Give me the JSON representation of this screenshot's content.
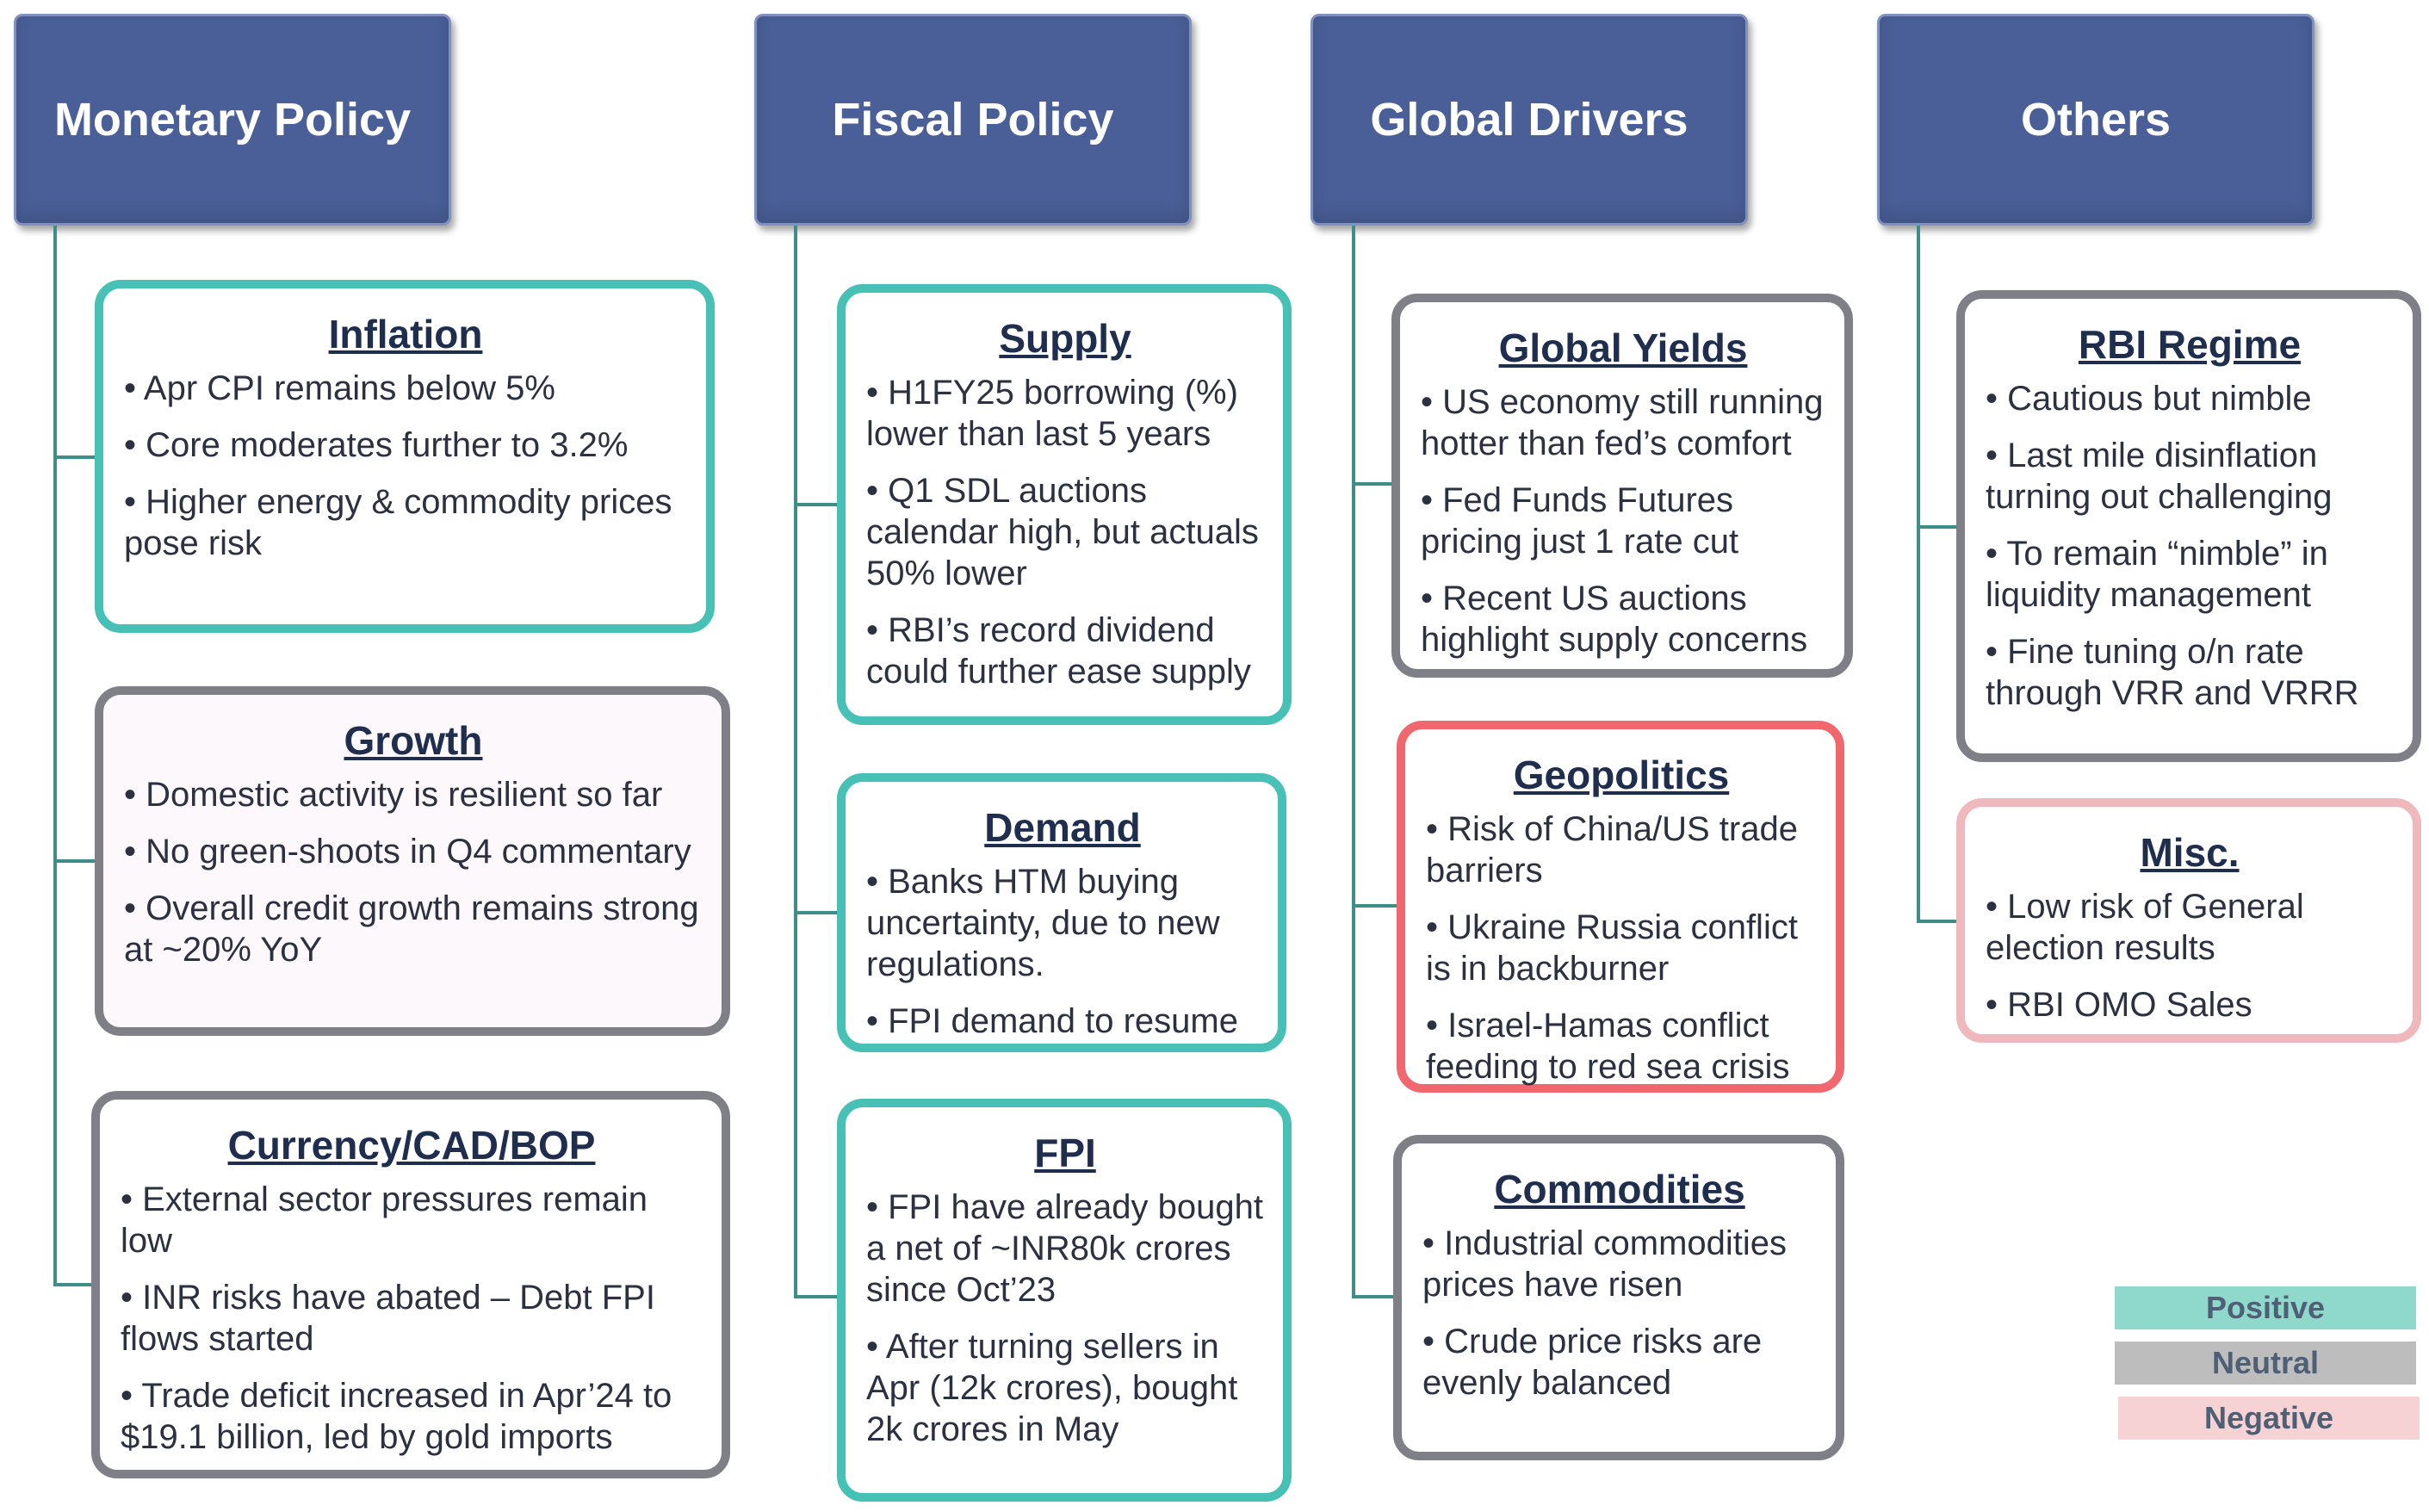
{
  "columns": [
    {
      "title": "Monetary Policy",
      "cards": [
        {
          "title": "Inflation",
          "sentiment": "Positive",
          "bullets": [
            "Apr CPI remains below 5%",
            "Core moderates further to 3.2%",
            "Higher energy & commodity prices pose risk"
          ]
        },
        {
          "title": "Growth",
          "sentiment": "Neutral",
          "bullets": [
            "Domestic activity is resilient so far",
            "No green-shoots in Q4 commentary",
            "Overall credit growth remains strong at ~20% YoY"
          ]
        },
        {
          "title": "Currency/CAD/BOP",
          "sentiment": "Neutral",
          "bullets": [
            "External sector pressures remain low",
            "INR risks have abated – Debt FPI flows started",
            "Trade deficit increased in Apr’24 to $19.1 billion, led by gold imports"
          ]
        }
      ]
    },
    {
      "title": "Fiscal Policy",
      "cards": [
        {
          "title": "Supply",
          "sentiment": "Positive",
          "bullets": [
            "H1FY25 borrowing (%) lower than last 5 years",
            "Q1 SDL auctions calendar high, but actuals 50% lower",
            "RBI’s record dividend could further ease supply"
          ]
        },
        {
          "title": "Demand",
          "sentiment": "Positive",
          "bullets": [
            "Banks HTM buying uncertainty, due to new regulations.",
            "FPI demand to resume"
          ]
        },
        {
          "title": "FPI",
          "sentiment": "Positive",
          "bullets": [
            "FPI have already bought a net of ~INR80k crores since Oct’23",
            "After turning sellers in Apr (12k crores), bought 2k crores in May"
          ]
        }
      ]
    },
    {
      "title": "Global Drivers",
      "cards": [
        {
          "title": "Global Yields",
          "sentiment": "Neutral",
          "bullets": [
            "US economy still running hotter than fed’s comfort",
            "Fed Funds Futures pricing just 1 rate cut",
            "Recent US auctions highlight supply concerns"
          ]
        },
        {
          "title": "Geopolitics",
          "sentiment": "Negative",
          "bullets": [
            "Risk of China/US trade barriers",
            "Ukraine Russia conflict is in backburner",
            "Israel-Hamas conflict feeding to red sea crisis"
          ]
        },
        {
          "title": "Commodities",
          "sentiment": "Neutral",
          "bullets": [
            "Industrial commodities prices have risen",
            "Crude price risks are evenly balanced"
          ]
        }
      ]
    },
    {
      "title": "Others",
      "cards": [
        {
          "title": "RBI Regime",
          "sentiment": "Neutral",
          "bullets": [
            "Cautious but nimble",
            "Last mile disinflation turning out challenging",
            "To remain “nimble” in liquidity management",
            "Fine tuning o/n rate through VRR and VRRR"
          ]
        },
        {
          "title": "Misc.",
          "sentiment": "Negative",
          "bullets": [
            "Low risk of General election results",
            "RBI OMO Sales"
          ]
        }
      ]
    }
  ],
  "legend": [
    {
      "label": "Positive",
      "color": "#8fd8cc"
    },
    {
      "label": "Neutral",
      "color": "#bdbdbd"
    },
    {
      "label": "Negative",
      "color": "#f6d2d4"
    }
  ],
  "colors": {
    "header_fill": "#4a5f97",
    "connector": "#3e8d86",
    "positive_border": "#47c0b5",
    "neutral_border": "#7f8087",
    "negative_border": "#f0686e"
  }
}
